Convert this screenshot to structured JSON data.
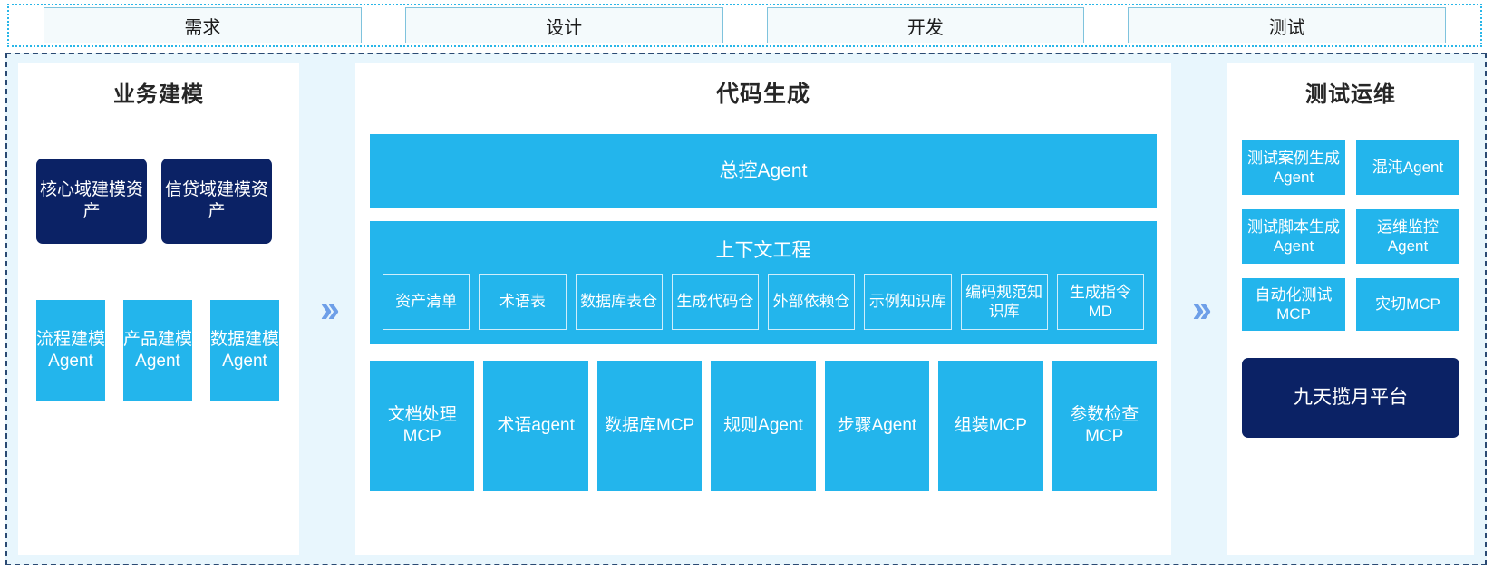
{
  "phases": {
    "items": [
      {
        "label": "需求"
      },
      {
        "label": "设计"
      },
      {
        "label": "开发"
      },
      {
        "label": "测试"
      }
    ]
  },
  "connectors": {
    "left_chevron": "››",
    "right_chevron": "››"
  },
  "business_modeling": {
    "title": "业务建模",
    "assets": [
      {
        "label": "核心域建模资产"
      },
      {
        "label": "信贷域建模资产"
      }
    ],
    "agents": [
      {
        "label": "流程建模Agent"
      },
      {
        "label": "产品建模Agent"
      },
      {
        "label": "数据建模Agent"
      }
    ]
  },
  "code_generation": {
    "title": "代码生成",
    "master_agent": "总控Agent",
    "context_engineering": {
      "title": "上下文工程",
      "items": [
        {
          "label": "资产清单"
        },
        {
          "label": "术语表"
        },
        {
          "label": "数据库表仓"
        },
        {
          "label": "生成代码仓"
        },
        {
          "label": "外部依赖仓"
        },
        {
          "label": "示例知识库"
        },
        {
          "label": "编码规范知识库"
        },
        {
          "label": "生成指令MD"
        }
      ]
    },
    "tools": [
      {
        "label": "文档处理MCP"
      },
      {
        "label": "术语agent"
      },
      {
        "label": "数据库MCP"
      },
      {
        "label": "规则Agent"
      },
      {
        "label": "步骤Agent"
      },
      {
        "label": "组装MCP"
      },
      {
        "label": "参数检查MCP"
      }
    ]
  },
  "test_ops": {
    "title": "测试运维",
    "items": [
      {
        "label": "测试案例生成Agent"
      },
      {
        "label": "混沌Agent"
      },
      {
        "label": "测试脚本生成Agent"
      },
      {
        "label": "运维监控Agent"
      },
      {
        "label": "自动化测试MCP"
      },
      {
        "label": "灾切MCP"
      }
    ],
    "platform": "九天揽月平台"
  },
  "colors": {
    "cyan": "#23b5ec",
    "navy": "#0b2265",
    "panel_bg": "#e8f6fd",
    "chevron": "#6e9fe8",
    "phase_border": "#7fc3dd"
  }
}
